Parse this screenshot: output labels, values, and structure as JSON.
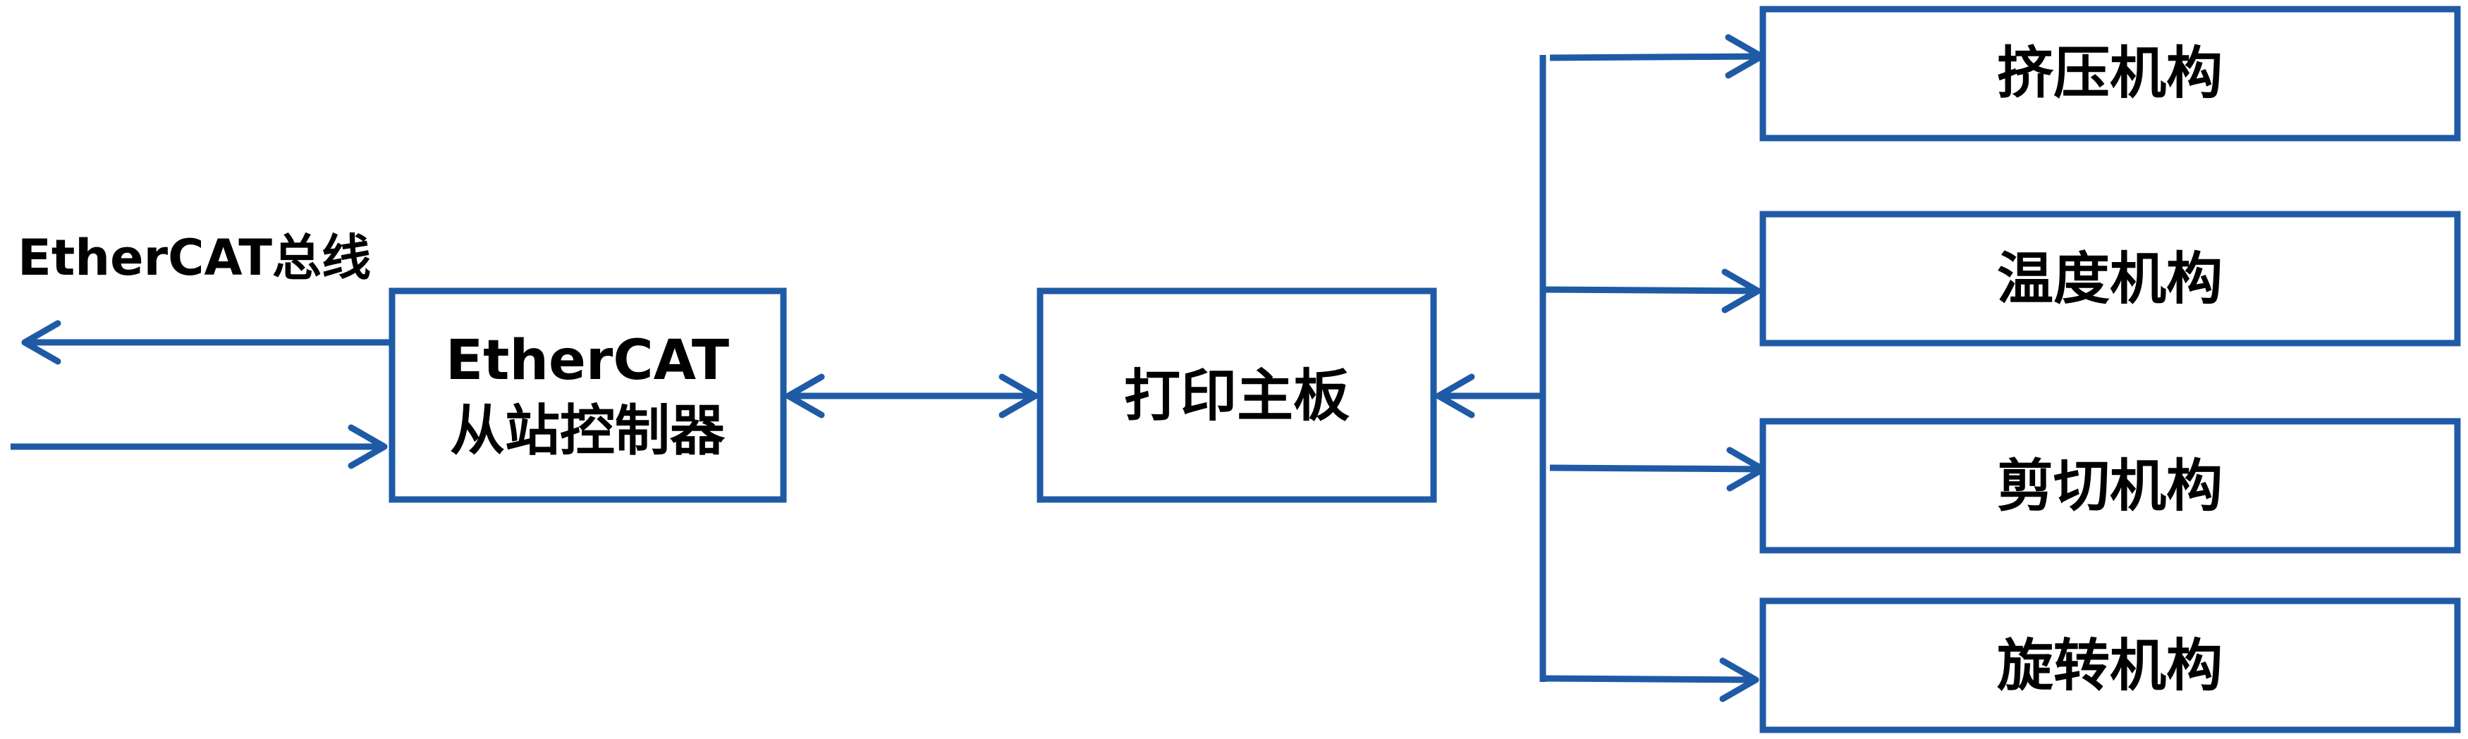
{
  "bus_label": "EtherCAT总线",
  "nodes": {
    "slave_controller": [
      "EtherCAT",
      "从站控制器"
    ],
    "main_board": "打印主板",
    "extrusion": "挤压机构",
    "temperature": "温度机构",
    "cutting": "剪切机构",
    "rotation": "旋转机构"
  },
  "colors": {
    "line": "#1f5aa6",
    "text": "#000000"
  }
}
